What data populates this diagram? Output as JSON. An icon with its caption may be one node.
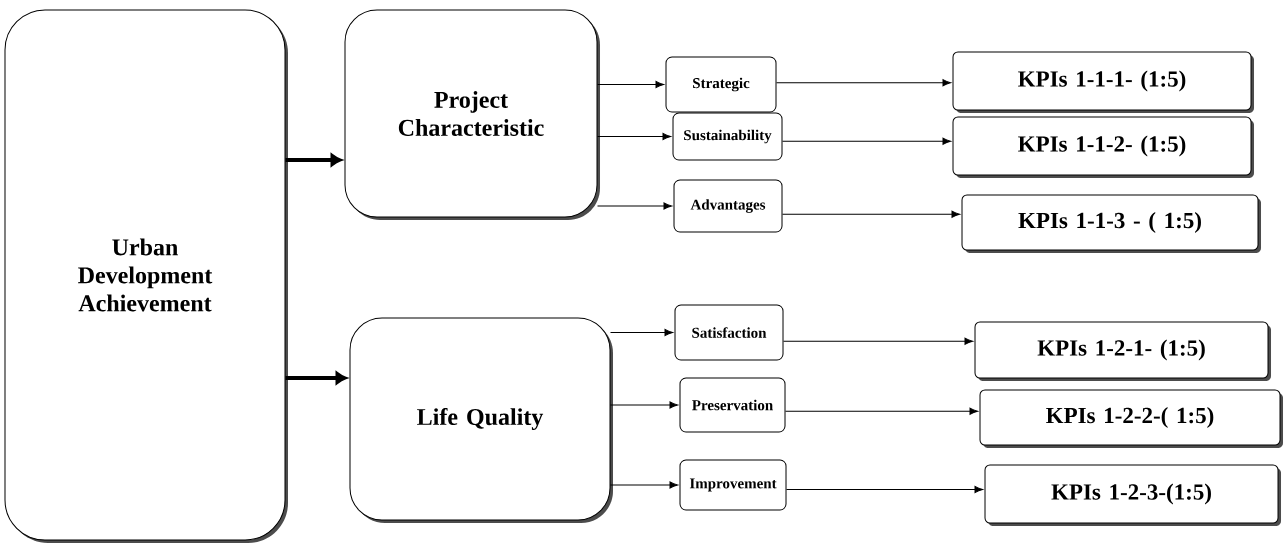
{
  "diagram": {
    "nodes": [
      {
        "text": [
          "Urban Development Achievement"
        ]
      },
      {
        "text": [
          "Project Characteristic"
        ]
      },
      {
        "text": [
          "Strategic"
        ]
      },
      {
        "text": [
          "KPIs 1-1-1- (1:5)"
        ]
      },
      {
        "text": [
          "Sustainability"
        ]
      },
      {
        "text": [
          "KPIs 1-1-2- (1:5)"
        ]
      },
      {
        "text": [
          "Advantages"
        ]
      },
      {
        "text": [
          "KPIs 1-1-3 - ( 1:5)"
        ]
      },
      {
        "text": [
          "Life Quality"
        ]
      },
      {
        "text": [
          "Satisfaction"
        ]
      },
      {
        "text": [
          "KPIs 1-2-1- (1:5)"
        ]
      },
      {
        "text": [
          "Preservation"
        ]
      },
      {
        "text": [
          "KPIs 1-2-2-( 1:5)"
        ]
      },
      {
        "text": [
          "Improvement"
        ]
      },
      {
        "text": [
          "KPIs 1-2-3-(1:5)"
        ]
      }
    ],
    "edges": [
      {
        "from": 0,
        "to": 1,
        "arrow": "to",
        "style": "thick"
      },
      {
        "from": 0,
        "to": 8,
        "arrow": "to",
        "style": "thick"
      },
      {
        "from": 1,
        "to": 2,
        "arrow": "to"
      },
      {
        "from": 1,
        "to": 4,
        "arrow": "to"
      },
      {
        "from": 1,
        "to": 6,
        "arrow": "to"
      },
      {
        "from": 2,
        "to": 3,
        "arrow": "to"
      },
      {
        "from": 4,
        "to": 5,
        "arrow": "to"
      },
      {
        "from": 6,
        "to": 7,
        "arrow": "to"
      },
      {
        "from": 8,
        "to": 9,
        "arrow": "to"
      },
      {
        "from": 8,
        "to": 11,
        "arrow": "to"
      },
      {
        "from": 8,
        "to": 13,
        "arrow": "to"
      },
      {
        "from": 9,
        "to": 10,
        "arrow": "to"
      },
      {
        "from": 11,
        "to": 12,
        "arrow": "to"
      },
      {
        "from": 13,
        "to": 14,
        "arrow": "to"
      }
    ]
  }
}
